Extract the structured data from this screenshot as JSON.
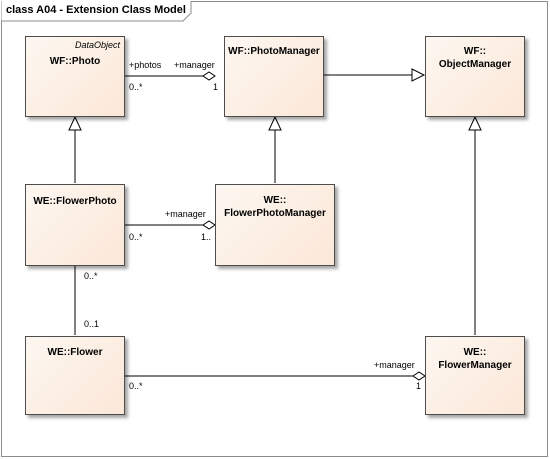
{
  "frame_title": "class A04 - Extension Class Model",
  "classes": {
    "photo": {
      "stereotype": "DataObject",
      "name": "WF::Photo"
    },
    "photo_manager": {
      "name": "WF::PhotoManager"
    },
    "object_manager": {
      "line1": "WF::",
      "line2": "ObjectManager"
    },
    "flower_photo": {
      "name": "WE::FlowerPhoto"
    },
    "flower_photo_manager": {
      "line1": "WE::",
      "line2": "FlowerPhotoManager"
    },
    "flower": {
      "name": "WE::Flower"
    },
    "flower_manager": {
      "line1": "WE::",
      "line2": "FlowerManager"
    }
  },
  "associations": {
    "photo_manager": {
      "source_role": "+photos",
      "source_mult": "0..*",
      "target_role": "+manager",
      "target_mult": "1"
    },
    "flowerphoto_manager": {
      "target_role": "+manager",
      "source_mult": "0..*",
      "target_mult": "1.."
    },
    "flowerphoto_flower": {
      "upper_mult": "0..*",
      "lower_mult": "0..1"
    },
    "flower_manager": {
      "source_mult": "0..*",
      "target_role": "+manager",
      "target_mult": "1"
    }
  },
  "colors": {
    "line": "#000000",
    "box_border": "#4d4d4d",
    "fill_start": "#fdf7f1",
    "fill_end": "#fbe7d7"
  }
}
